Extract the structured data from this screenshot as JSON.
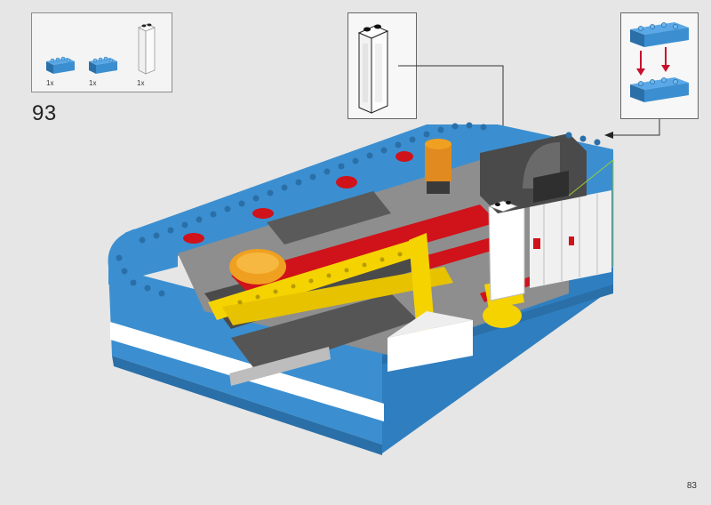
{
  "step": {
    "number": "93"
  },
  "parts_list": [
    {
      "name": "blue-brick-1x4",
      "qty": "1x",
      "color": "#3a86c8"
    },
    {
      "name": "blue-brick-1x4",
      "qty": "1x",
      "color": "#3a86c8"
    },
    {
      "name": "transparent-brick-1x2x5",
      "qty": "1x",
      "color": "#ffffff"
    }
  ],
  "colors": {
    "brick_blue": "#3b8fd0",
    "brick_blue_dark": "#2a6fa8",
    "brick_red": "#d0121a",
    "brick_yellow": "#f5d300",
    "dark_gray": "#4a4a4a",
    "light_gray": "#a9a9a9",
    "white": "#ffffff",
    "arrow_red": "#c8102e",
    "orange": "#f0a020"
  },
  "page": {
    "number": "83"
  }
}
